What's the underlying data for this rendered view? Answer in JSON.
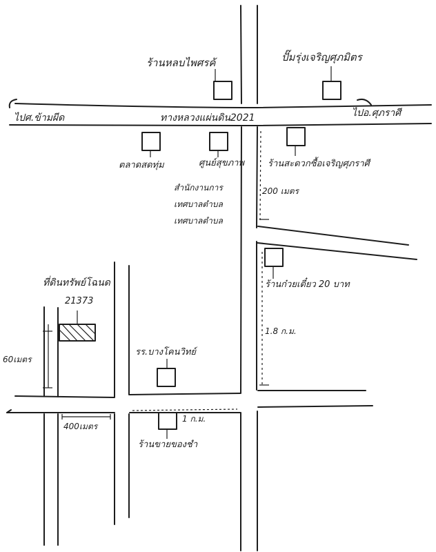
{
  "map": {
    "labels": {
      "shop_top_left": "ร้านหลบไพศรค้",
      "shop_top_right": "ปั๊มรุ่งเจริญศุภมิตร",
      "left_direction": "ไปศ.ข้ามผีด",
      "highway": "ทางหลวงแผ่นดิน2021",
      "right_direction": "ไปอ.ศุภราศี",
      "market": "ตลาดสดทุ่ม",
      "health_center": "ศูนย์สุขภาพ",
      "fresh_mart": "ร้านสะดวกซื้อเจริญศุภราศี",
      "office_line1": "สำนักงานการ",
      "office_line2": "เทศบาลตำบล",
      "office_line3": "เทศบาลตำบล",
      "dist_200m": "200 เมตร",
      "noodle_shop": "ร้านก๋วยเตี๋ยว 20 บาท",
      "land_title": "ที่ดินทรัพย์โฉนด",
      "deed_number": "21373",
      "dist_1_8km": "1.8 ก.ม.",
      "dist_60m": "60เมตร",
      "school": "รร.บางโคนวิทย์",
      "dist_400m": "400เมตร",
      "dist_1km": "1 ก.ม.",
      "grocery": "ร้านขายของชำ"
    },
    "ink_color": "#1c1c1c"
  }
}
